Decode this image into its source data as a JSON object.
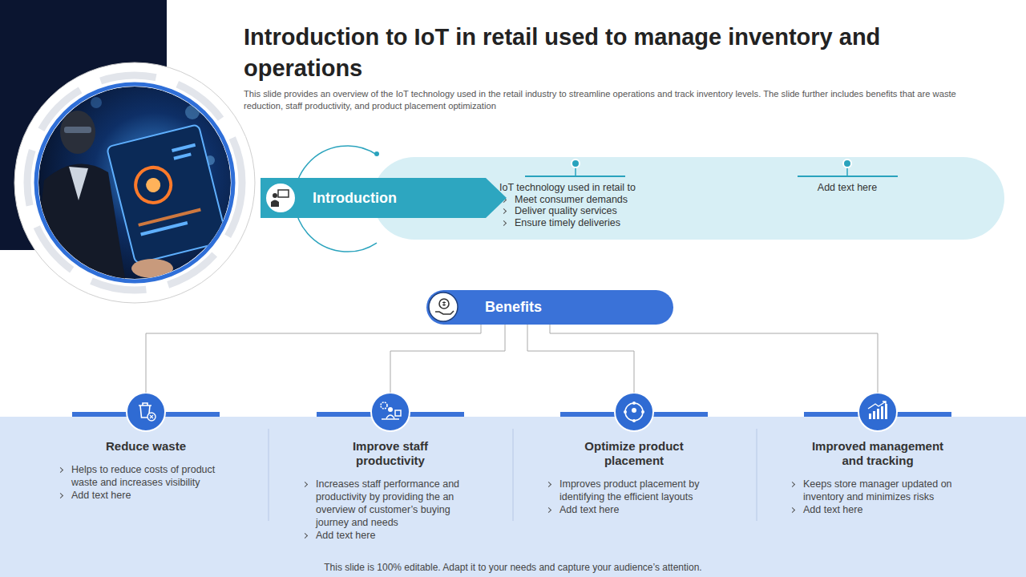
{
  "diagram": {
    "title": "Introduction to IoT in retail used to manage inventory and operations",
    "nodes": [
      {
        "text": [
          "Introduction"
        ]
      },
      {
        "text": [
          "IoT technology used in retail to",
          "Meet consumer demands",
          "Deliver quality services",
          "Ensure timely deliveries",
          "Add text here"
        ]
      },
      {
        "text": [
          "Benefits"
        ]
      },
      {
        "text": [
          "Reduce waste",
          "Helps to reduce costs of product waste and increases visibility",
          "Add text here"
        ]
      },
      {
        "text": [
          "Improve staff productivity",
          "Increases staff performance and productivity by providing the an overview of customer’s buying journey and needs",
          "Add text here"
        ]
      },
      {
        "text": [
          "Optimize product placement",
          "Improves product placement by identifying the efficient layouts",
          "Add text here"
        ]
      },
      {
        "text": [
          "Improved management and tracking",
          "Keeps store manager updated on inventory and minimizes risks",
          "Add text here"
        ]
      }
    ],
    "edges": [
      {
        "from": 2,
        "to": 3,
        "arrow": "none"
      },
      {
        "from": 2,
        "to": 4,
        "arrow": "none"
      },
      {
        "from": 2,
        "to": 5,
        "arrow": "none"
      },
      {
        "from": 2,
        "to": 6,
        "arrow": "none"
      }
    ],
    "labels": [
      "This slide provides an overview of the IoT technology used in the retail industry to streamline operations and track inventory levels. The slide further includes benefits that are waste reduction, staff productivity, and product placement optimization",
      "This slide is 100% editable. Adapt it to your needs and capture your audience’s attention."
    ]
  }
}
